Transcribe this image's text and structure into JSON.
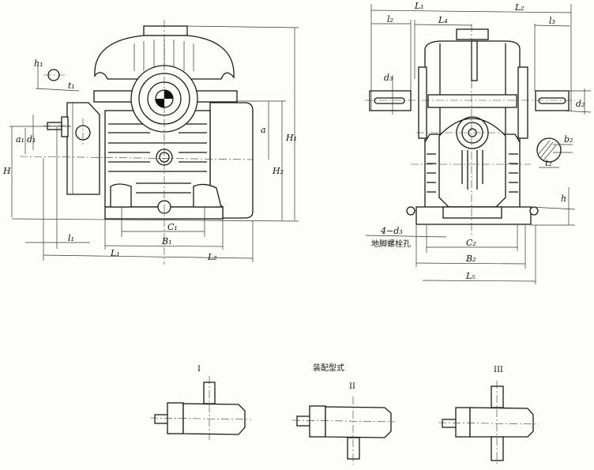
{
  "front_view": {
    "labels": {
      "h1": "h₁",
      "t1": "t₁",
      "a1": "a₁",
      "d1": "d₁",
      "H": "H",
      "a": "a",
      "H2": "H₂",
      "H1": "H₁",
      "C1": "C₁",
      "B1": "B₁",
      "l1": "l₁",
      "L1": "L₁",
      "L2": "L₂"
    }
  },
  "side_view": {
    "labels": {
      "L1": "L₁",
      "L2": "L₂",
      "l2": "l₂",
      "L4": "L₄",
      "l3": "l₃",
      "d3": "d₃",
      "d2": "d₂",
      "b2": "b₂",
      "t2": "t₂",
      "h": "h",
      "C2": "C₂",
      "B2": "B₂",
      "L5": "L₅"
    },
    "bolt_holes": "4−d₃",
    "bolt_holes_caption": "地脚螺栓孔"
  },
  "assembly": {
    "title": "装配型式",
    "types": [
      "I",
      "II",
      "III"
    ]
  }
}
